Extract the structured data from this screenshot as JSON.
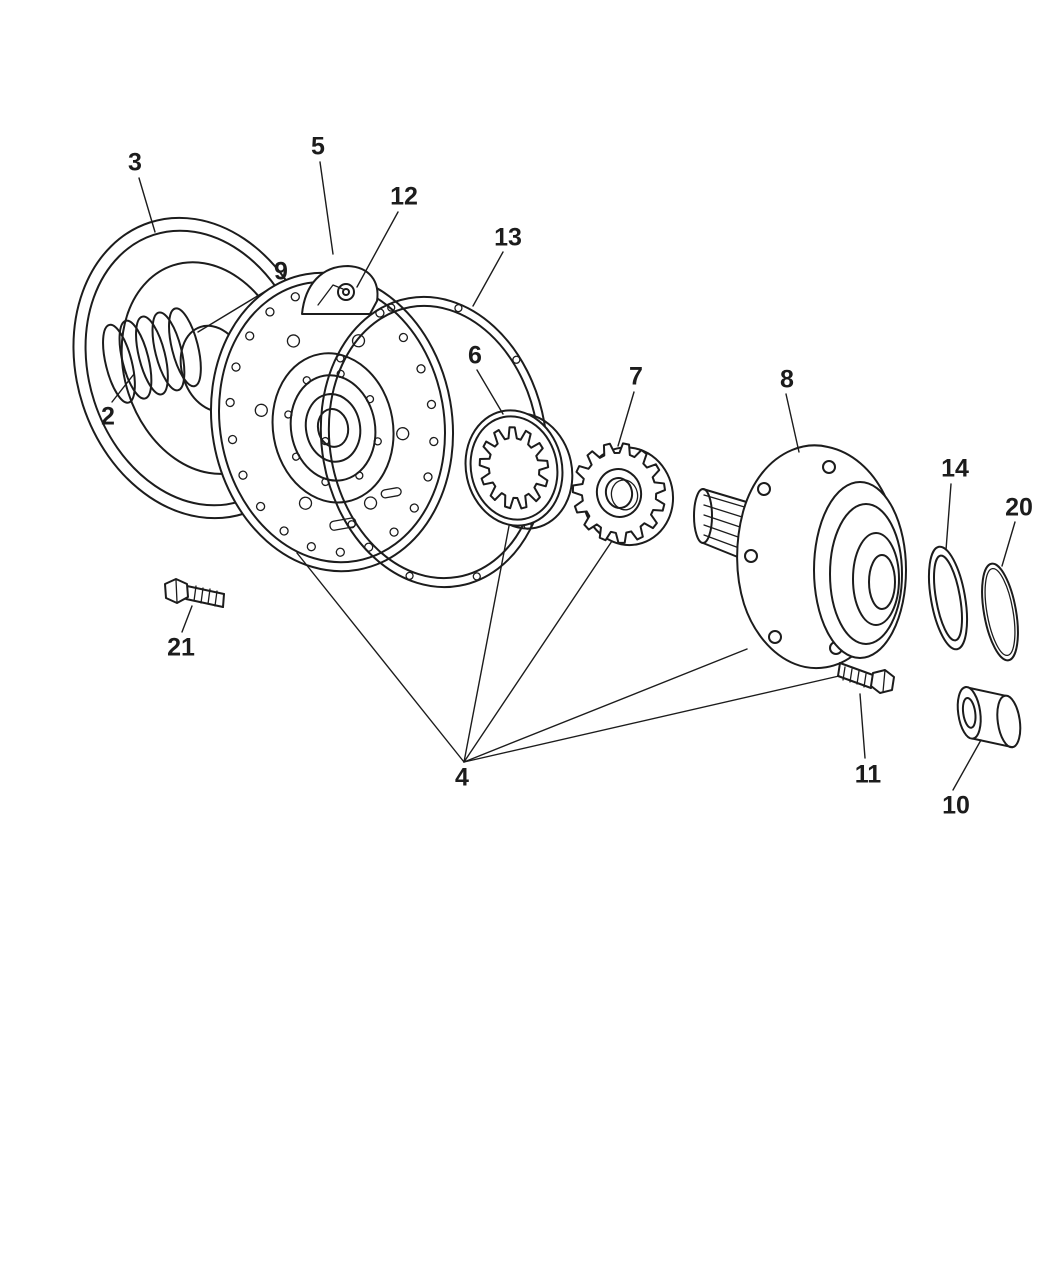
{
  "figure": {
    "kind": "exploded-parts-diagram",
    "background_color": "#ffffff",
    "line_color": "#1c1c1c"
  },
  "callouts": {
    "c2": {
      "label": "2"
    },
    "c3": {
      "label": "3"
    },
    "c4": {
      "label": "4"
    },
    "c5": {
      "label": "5"
    },
    "c6": {
      "label": "6"
    },
    "c7": {
      "label": "7"
    },
    "c8": {
      "label": "8"
    },
    "c9": {
      "label": "9"
    },
    "c10": {
      "label": "10"
    },
    "c11": {
      "label": "11"
    },
    "c12": {
      "label": "12"
    },
    "c13": {
      "label": "13"
    },
    "c14": {
      "label": "14"
    },
    "c20": {
      "label": "20"
    },
    "c21": {
      "label": "21"
    }
  }
}
